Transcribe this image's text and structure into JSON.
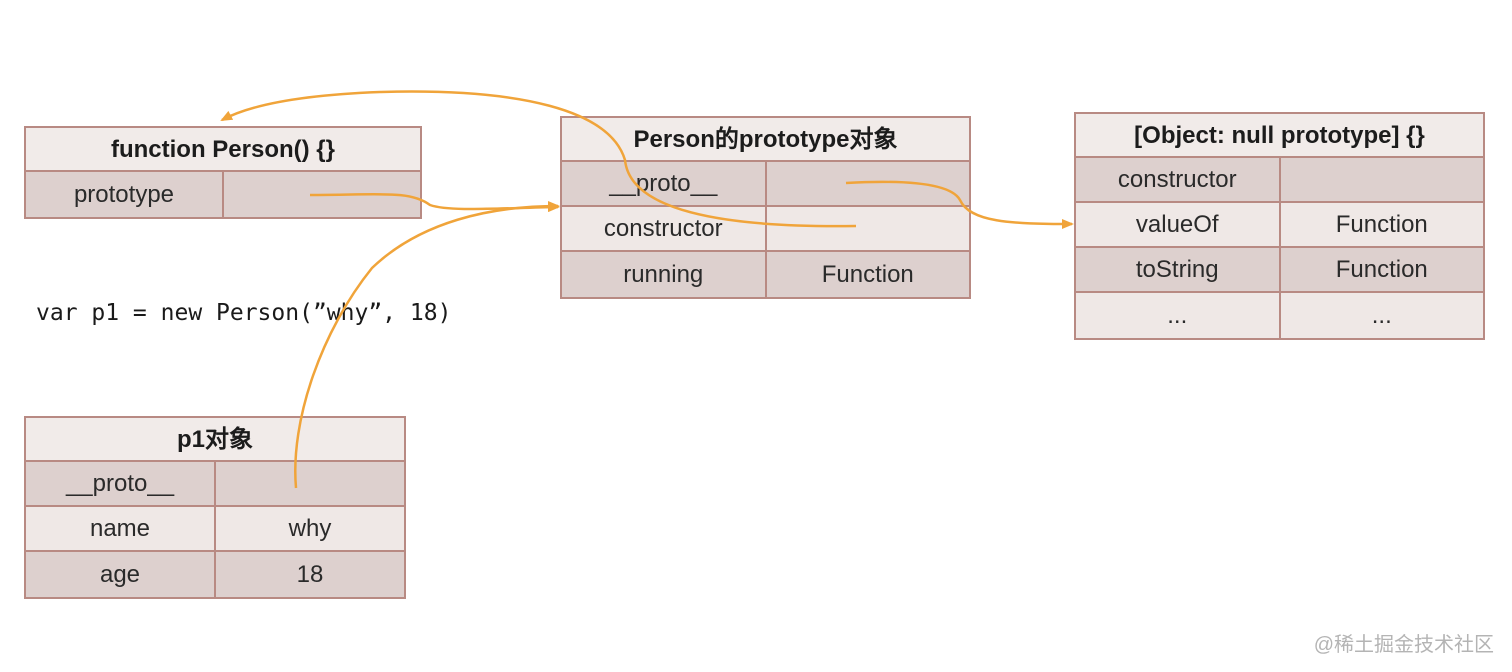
{
  "person_fn": {
    "title": "function Person() {}",
    "rows": [
      {
        "key": "prototype",
        "value": ""
      }
    ]
  },
  "person_proto": {
    "title": "Person的prototype对象",
    "rows": [
      {
        "key": "__proto__",
        "value": ""
      },
      {
        "key": "constructor",
        "value": ""
      },
      {
        "key": "running",
        "value": "Function"
      }
    ]
  },
  "null_proto": {
    "title": "[Object: null prototype] {}",
    "rows": [
      {
        "key": "constructor",
        "value": ""
      },
      {
        "key": "valueOf",
        "value": "Function"
      },
      {
        "key": "toString",
        "value": "Function"
      },
      {
        "key": "...",
        "value": "..."
      }
    ]
  },
  "p1": {
    "title": "p1对象",
    "rows": [
      {
        "key": "__proto__",
        "value": ""
      },
      {
        "key": "name",
        "value": "why"
      },
      {
        "key": "age",
        "value": "18"
      }
    ]
  },
  "code_line": "var p1 = new Person(”why”, 18)",
  "watermark": "@稀土掘金技术社区",
  "colors": {
    "arrow": "#f0a43a",
    "border": "#b88a83",
    "row_dark": "#ddd0ce",
    "row_light": "#efe8e6"
  }
}
